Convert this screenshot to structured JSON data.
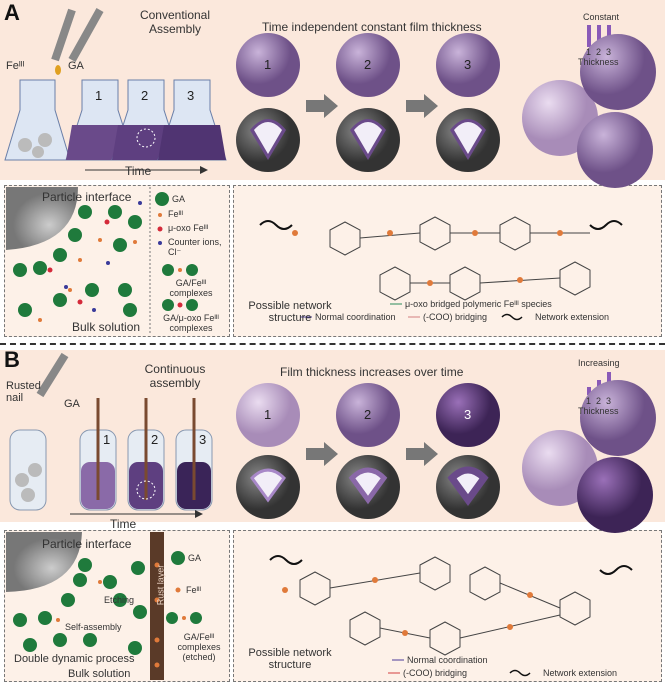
{
  "panelA": {
    "letter": "A",
    "reagent_fe": "Feᴵᴵᴵ",
    "reagent_ga": "GA",
    "title": "Conventional Assembly",
    "flask_labels": [
      "1",
      "2",
      "3"
    ],
    "time_label": "Time",
    "center_title": "Time independent constant film thickness",
    "sphere_labels": [
      "1",
      "2",
      "3"
    ],
    "thickness_title": "Constant",
    "thickness_bars": [
      1,
      1,
      1
    ],
    "thickness_ticks": [
      "1",
      "2",
      "3"
    ],
    "thickness_label": "Thickness",
    "interface_label": "Particle interface",
    "bulk_label": "Bulk solution",
    "legend": [
      "GA",
      "Feᴵᴵᴵ",
      "μ-oxo Feᴵᴵᴵ",
      "Counter ions, Cl⁻",
      "GA/Feᴵᴵᴵ complexes",
      "GA/μ-oxo Feᴵᴵᴵ complexes"
    ],
    "network_label": "Possible network structure",
    "network_legend": [
      "μ-oxo bridged polymeric Feᴵᴵᴵ species",
      "Normal coordination",
      "(-COO) bridging",
      "Network extension"
    ]
  },
  "panelB": {
    "letter": "B",
    "rusted_nail": "Rusted nail",
    "reagent_ga": "GA",
    "title": "Continuous assembly",
    "tube_labels": [
      "1",
      "2",
      "3"
    ],
    "time_label": "Time",
    "center_title": "Film thickness increases over time",
    "sphere_labels": [
      "1",
      "2",
      "3"
    ],
    "thickness_title": "Increasing",
    "thickness_bars": [
      1,
      2,
      3
    ],
    "thickness_ticks": [
      "1",
      "2",
      "3"
    ],
    "thickness_label": "Thickness",
    "interface_label": "Particle interface",
    "etching_label": "Etching",
    "self_assembly_label": "Self-assembly",
    "double_label": "Double dynamic process",
    "bulk_label": "Bulk solution",
    "rust_label": "Rust layer",
    "legend": [
      "GA",
      "Feᴵᴵᴵ",
      "GA/Feᴵᴵᴵ complexes (etched)"
    ],
    "network_label": "Possible network structure",
    "network_legend": [
      "Normal coordination",
      "(-COO) bridging",
      "Network extension"
    ]
  },
  "colors": {
    "ga": "#1f7a3c",
    "fe": "#e07a3a",
    "oxo": "#d42a3a",
    "cl": "#3a3a9a",
    "purple": "#7a5a9a",
    "peach": "#fbe8dc"
  }
}
